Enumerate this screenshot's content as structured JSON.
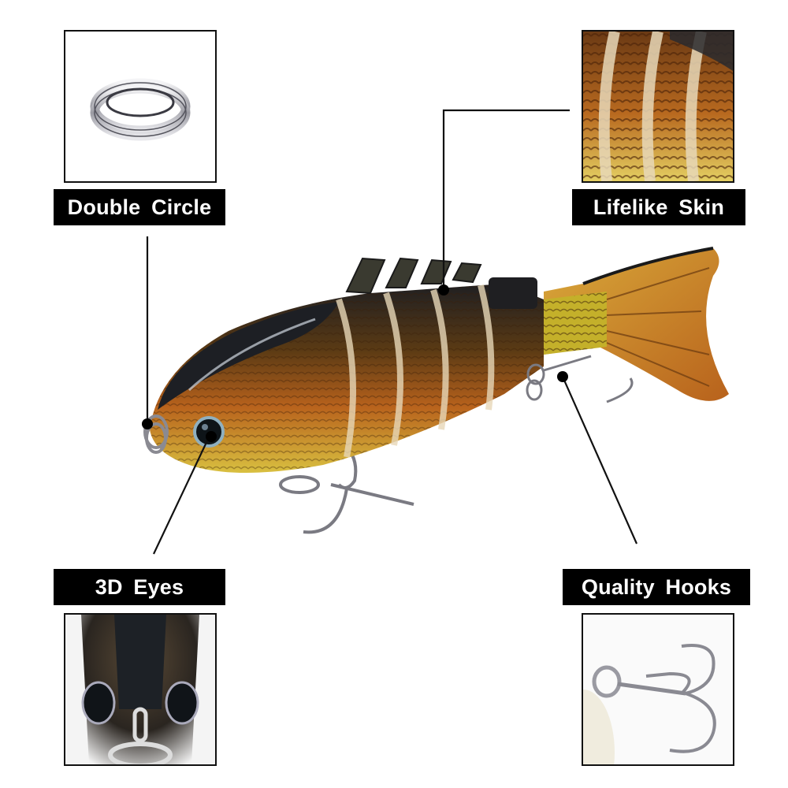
{
  "product": {
    "subject": "multi-jointed swimbait fishing lure",
    "colors": {
      "body_dark": "#1f1f22",
      "body_gold": "#c9a227",
      "body_orange": "#b8621c",
      "tail": "#c98a2a",
      "label_bg": "#000000",
      "label_text": "#ffffff"
    }
  },
  "features": [
    {
      "id": "double-circle",
      "label": "Double Circle",
      "thumb_subject": "split ring",
      "pointer_target": "nose split ring"
    },
    {
      "id": "lifelike-skin",
      "label": "Lifelike Skin",
      "thumb_subject": "close-up of scale pattern",
      "pointer_target": "body segment"
    },
    {
      "id": "3d-eyes",
      "label": "3D Eyes",
      "thumb_subject": "front view of lure head with eyes",
      "pointer_target": "eye"
    },
    {
      "id": "quality-hooks",
      "label": "Quality Hooks",
      "thumb_subject": "treble hook",
      "pointer_target": "rear treble hook"
    }
  ]
}
